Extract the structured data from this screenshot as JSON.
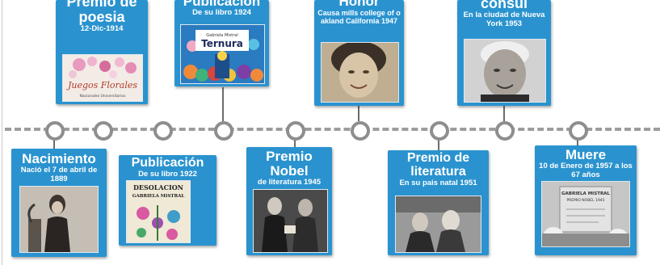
{
  "events": [
    {
      "title": "Premio de poesia",
      "desc": "12-Dic-1914",
      "image_text": "Juegos Florales",
      "image_subtext": "Nacionales Universitarios"
    },
    {
      "title": "Publicación",
      "desc": "De su libro 1924",
      "image_text": "Ternura",
      "image_subtext": "Gabriela Mistral"
    },
    {
      "title": "Honor",
      "desc": "Causa mills college of o akland California 1947"
    },
    {
      "title": "consul",
      "desc": "En la ciudad de Nueva York 1953"
    },
    {
      "title": "Nacimiento",
      "desc": "Nació el 7 de abril de 1889"
    },
    {
      "title": "Publicación",
      "desc": "De su libro 1922",
      "image_text": "DESOLACION",
      "image_subtext": "GABRIELA MISTRAL"
    },
    {
      "title": "Premio Nobel",
      "desc": "de literatura 1945"
    },
    {
      "title": "Premio de literatura",
      "desc": "En su pais natal 1951"
    },
    {
      "title": "Muere",
      "desc": "10 de Enero de 1957 a los 67 años",
      "image_text": "GABRIELA MISTRAL",
      "image_subtext": "PREMIO NOBEL 1945"
    }
  ]
}
